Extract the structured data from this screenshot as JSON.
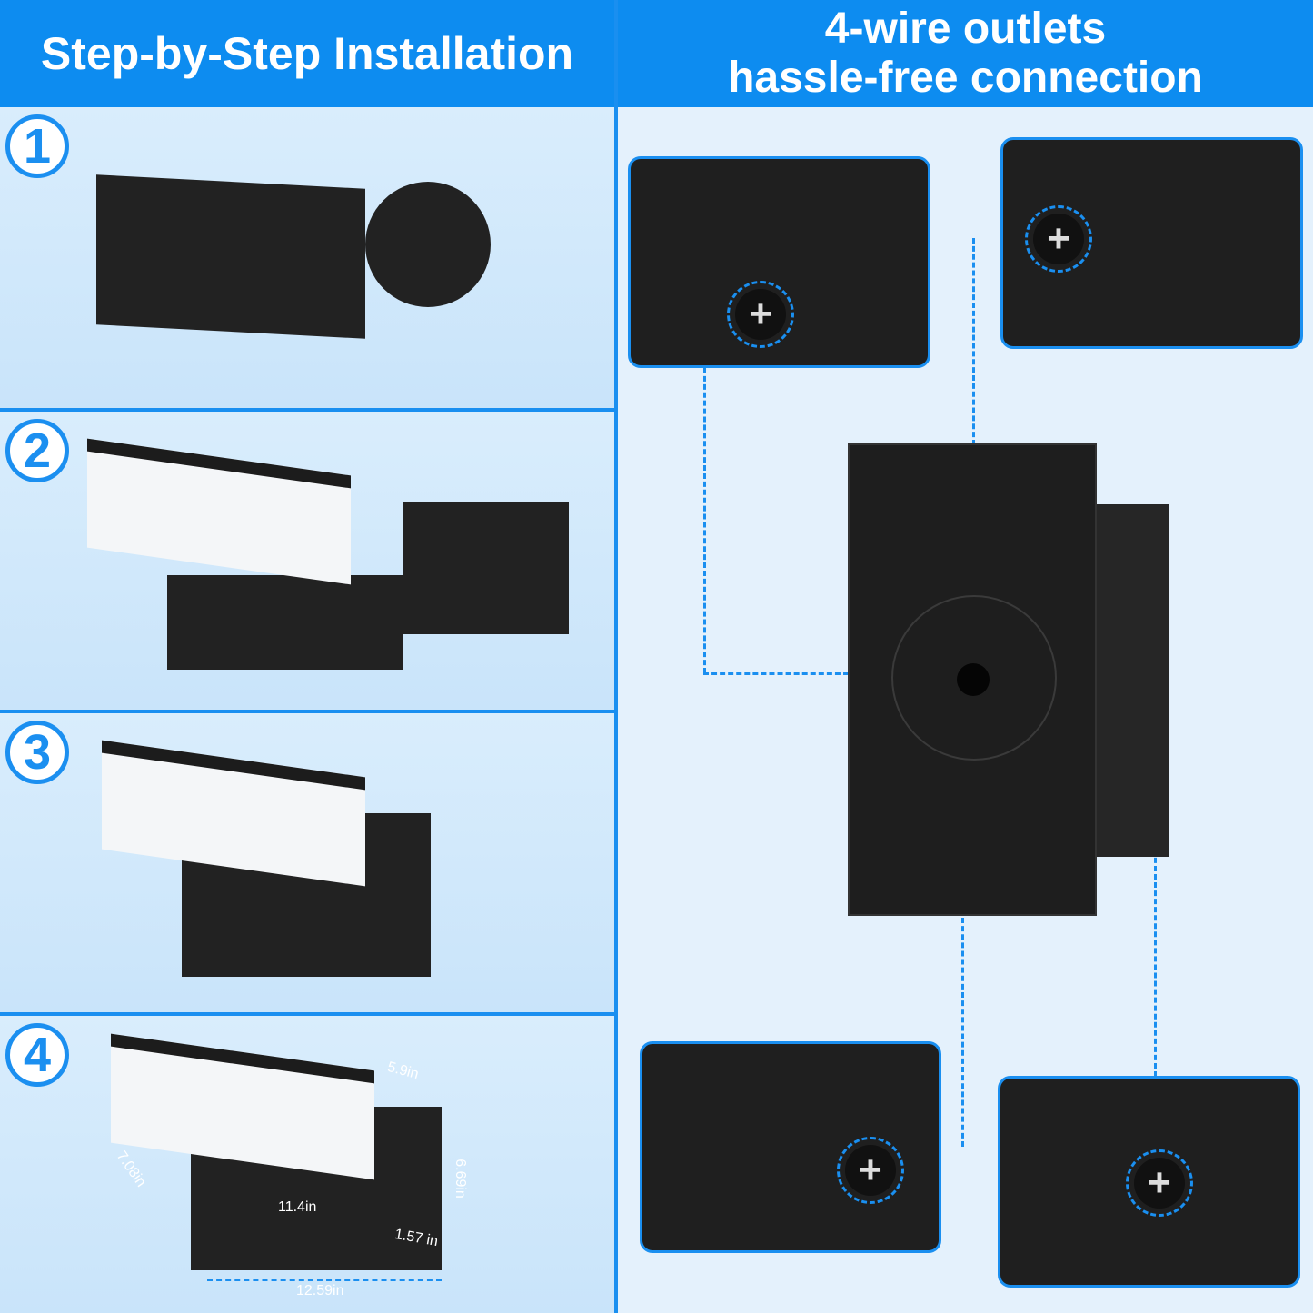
{
  "header": {
    "left_title": "Step-by-Step Installation",
    "right_title_line1": "4-wire outlets",
    "right_title_line2": "hassle-free connection"
  },
  "steps": [
    {
      "number": "1"
    },
    {
      "number": "2"
    },
    {
      "number": "3"
    },
    {
      "number": "4"
    }
  ],
  "dimensions": {
    "depth": "5.9in",
    "diagonal": "7.08in",
    "height": "6.69in",
    "panel_width": "11.4in",
    "thickness": "1.57 in",
    "total_width": "12.59in"
  },
  "colors": {
    "accent": "#0d8cf0",
    "background": "#e4f1fc",
    "product": "#222222"
  }
}
